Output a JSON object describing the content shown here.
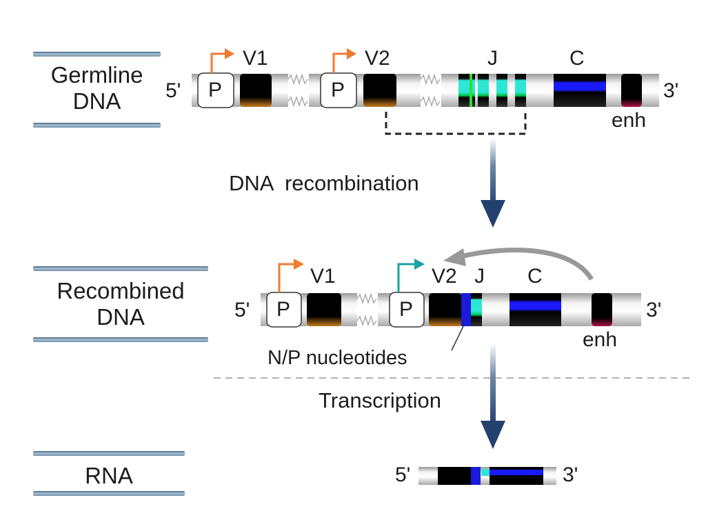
{
  "stages": {
    "germline": {
      "line1": "Germline",
      "line2": "DNA"
    },
    "recombined": {
      "line1": "Recombined",
      "line2": "DNA"
    },
    "rna": {
      "line1": "RNA"
    }
  },
  "germline_dna": {
    "end5": "5'",
    "end3": "3'",
    "promoter_label": "P",
    "segments": {
      "v1": "V1",
      "v2": "V2",
      "j": "J",
      "c": "C",
      "enh": "enh"
    },
    "j_segment_count": 4
  },
  "steps": {
    "recombination": "DNA  recombination",
    "transcription": "Transcription"
  },
  "recombined_dna": {
    "end5": "5'",
    "end3": "3'",
    "promoter_label": "P",
    "segments": {
      "v1": "V1",
      "v2": "V2",
      "j": "J",
      "c": "C",
      "enh": "enh"
    },
    "np_label": "N/P nucleotides"
  },
  "rna": {
    "end5": "5'",
    "end3": "3'"
  },
  "colors": {
    "promoter_arrow_inactive": "#f07a2e",
    "promoter_arrow_active": "#1aa3a3",
    "v_segment": "#000000",
    "j_segment": "#2ee6d6",
    "j_accent": "#33dd33",
    "c_segment": "#1a1aff",
    "np_nucleotides": "#1a1ad9",
    "enhancer": "#b0124a",
    "process_arrow": "#23406e",
    "enhancer_effect_arrow": "#999999",
    "stage_bar": "#7f9db5"
  }
}
